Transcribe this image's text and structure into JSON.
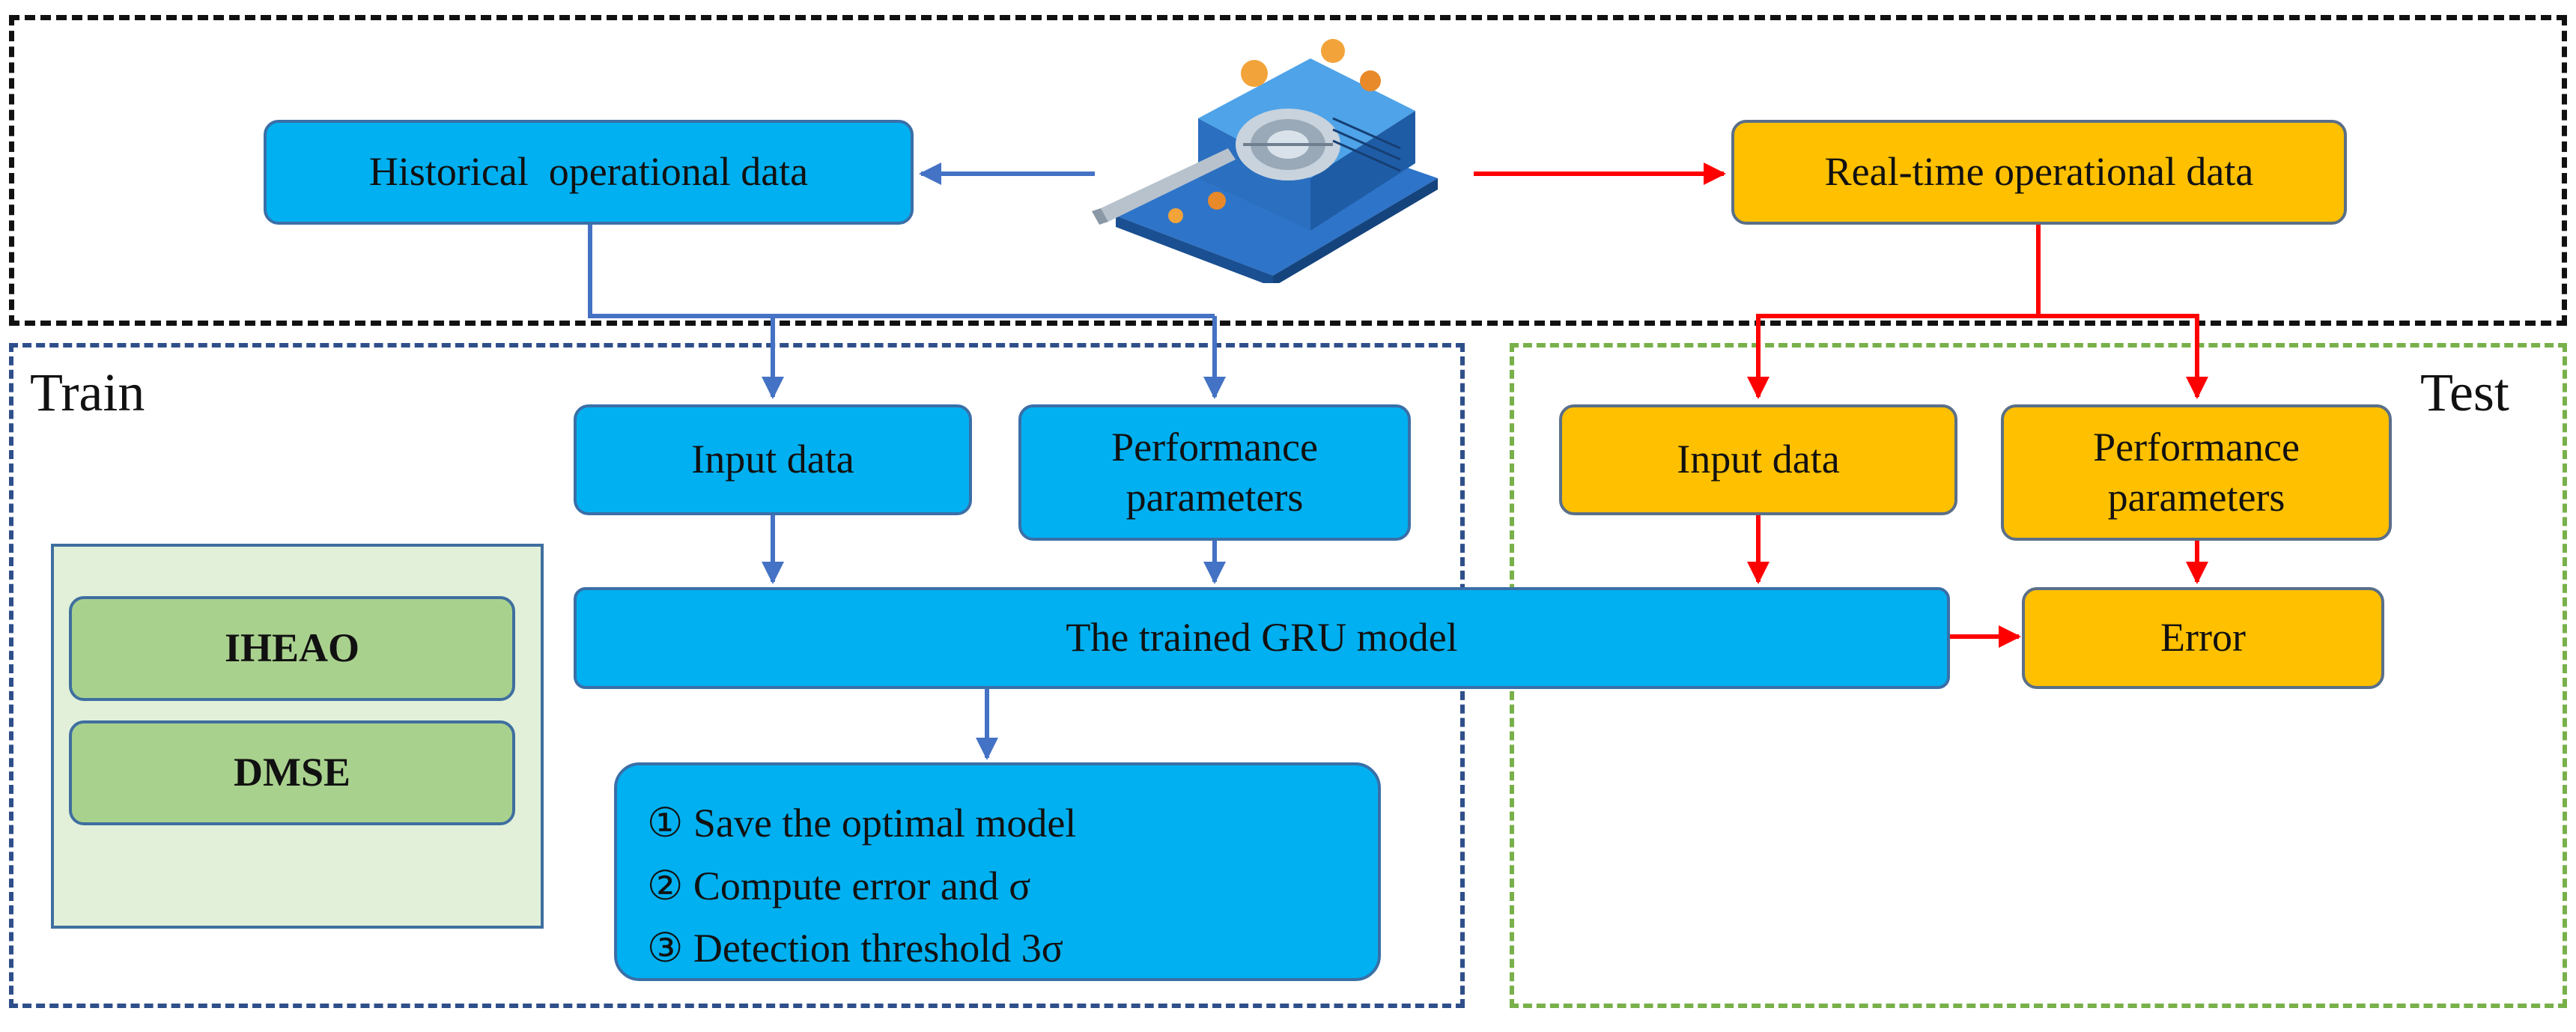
{
  "sections": {
    "train_label": "Train",
    "test_label": "Test"
  },
  "top": {
    "historical": "Historical  operational data",
    "realtime": "Real-time operational data",
    "equipment_icon": "gas-turbine-icon"
  },
  "train": {
    "input_data": "Input data",
    "performance_line1": "Performance",
    "performance_line2": "parameters",
    "gru_model": "The trained GRU model",
    "optimizers": [
      "IHEAO",
      "DMSE"
    ],
    "steps": [
      "① Save the optimal model",
      "② Compute error and σ",
      "③ Detection threshold 3σ"
    ]
  },
  "test": {
    "input_data": "Input data",
    "performance_line1": "Performance",
    "performance_line2": "parameters",
    "error": "Error"
  },
  "colors": {
    "blue_box": "#00b0f0",
    "orange_box": "#ffc000",
    "green_box": "#a9d18e",
    "panel_bg": "#e2f0d9",
    "train_arrow": "#4472c4",
    "test_arrow": "#ff0000",
    "train_frame": "#2f4f8a",
    "test_frame": "#78b04a"
  }
}
